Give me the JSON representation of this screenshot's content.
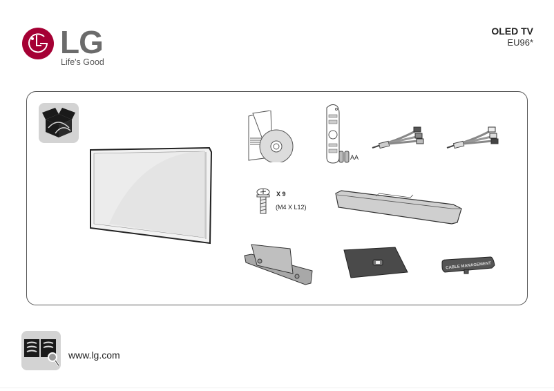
{
  "brand": {
    "logo_text": "LG",
    "tagline": "Life's Good",
    "accent_color": "#a50034",
    "logo_icon": "lg-face-logo-icon"
  },
  "product": {
    "title": "OLED TV",
    "model": "EU96*"
  },
  "accessories": {
    "section_icon": "open-box-icon",
    "items": [
      {
        "name": "tv-panel",
        "icon": "tv-icon"
      },
      {
        "name": "owners-manual-cd",
        "icon": "manual-cd-icon"
      },
      {
        "name": "magic-remote",
        "icon": "remote-icon",
        "label": "AA"
      },
      {
        "name": "av-cable-1",
        "icon": "rca-cable-icon"
      },
      {
        "name": "av-cable-2",
        "icon": "rca-cable-icon"
      },
      {
        "name": "stand-screws",
        "icon": "screw-icon",
        "qty": "X 9",
        "spec": "(M4 X L12)"
      },
      {
        "name": "stand-base",
        "icon": "stand-base-icon"
      },
      {
        "name": "stand-body",
        "icon": "stand-body-icon"
      },
      {
        "name": "back-cover",
        "icon": "back-cover-icon"
      },
      {
        "name": "cable-management",
        "icon": "cable-management-icon",
        "label": "CABLE MANAGEMENT"
      }
    ]
  },
  "footer": {
    "manual_icon": "book-search-icon",
    "url": "www.lg.com"
  }
}
